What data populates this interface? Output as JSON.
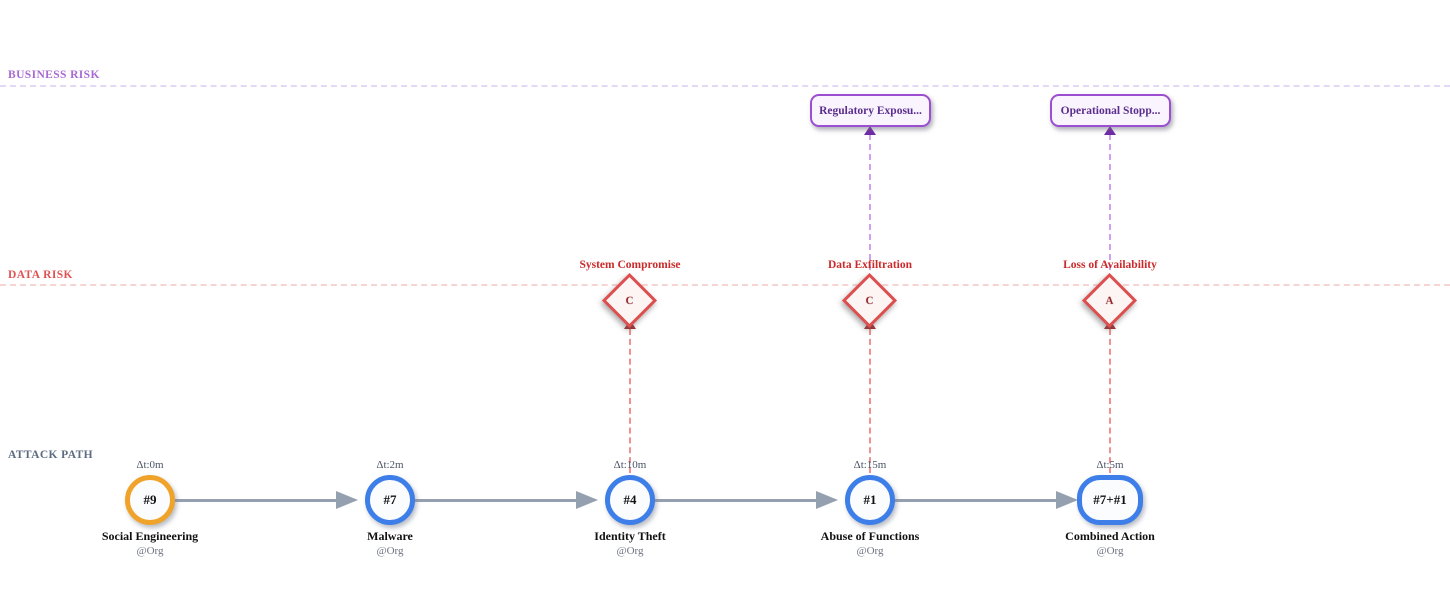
{
  "lanes": {
    "business_risk": "BUSINESS RISK",
    "data_risk": "DATA RISK",
    "attack_path": "ATTACK PATH"
  },
  "business_risk": {
    "cards": [
      {
        "label": "Regulatory Exposu..."
      },
      {
        "label": "Operational Stopp..."
      }
    ]
  },
  "data_risk": {
    "diamonds": [
      {
        "label": "System Compromise",
        "letter": "C"
      },
      {
        "label": "Data Exfiltration",
        "letter": "C"
      },
      {
        "label": "Loss of Availability",
        "letter": "A"
      }
    ]
  },
  "attack_path": {
    "nodes": [
      {
        "id": "#9",
        "label": "Social Engineering",
        "org": "@Org",
        "delta": "Δt:0m"
      },
      {
        "id": "#7",
        "label": "Malware",
        "org": "@Org",
        "delta": "Δt:2m"
      },
      {
        "id": "#4",
        "label": "Identity Theft",
        "org": "@Org",
        "delta": "Δt:10m"
      },
      {
        "id": "#1",
        "label": "Abuse of Functions",
        "org": "@Org",
        "delta": "Δt:15m"
      },
      {
        "id": "#7+#1",
        "label": "Combined Action",
        "org": "@Org",
        "delta": "Δt:5m"
      }
    ]
  },
  "colors": {
    "business_accent": "#9b4fd0",
    "business_text": "#5b2d8e",
    "business_lane_line": "#e4d9f4",
    "data_accent": "#dd4f4f",
    "data_label": "#cc2a2a",
    "data_lane_line": "#f6d4d4",
    "attack_lane_label": "#5b6b80",
    "node_blue": "#3d7ee8",
    "node_orange": "#f0a32a",
    "flow_arrow": "#94a0b0",
    "connector_red": "#f29090",
    "connector_purple": "#cf9ff0"
  }
}
